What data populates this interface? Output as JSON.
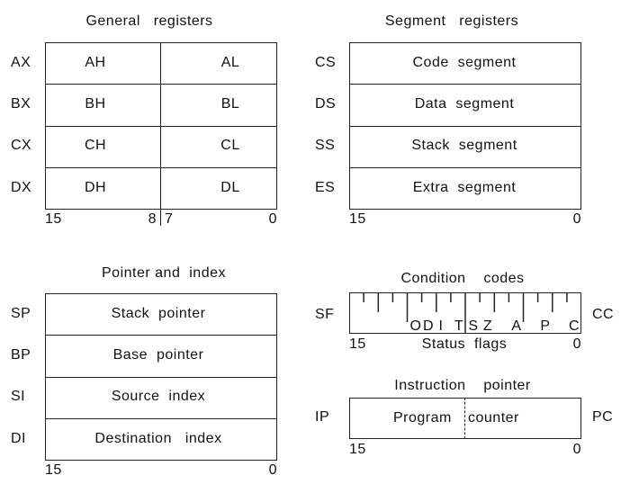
{
  "general": {
    "title": "General   registers",
    "rows": [
      {
        "name": "AX",
        "high": "AH",
        "low": "AL"
      },
      {
        "name": "BX",
        "high": "BH",
        "low": "BL"
      },
      {
        "name": "CX",
        "high": "CH",
        "low": "CL"
      },
      {
        "name": "DX",
        "high": "DH",
        "low": "DL"
      }
    ],
    "bit_15": "15",
    "bit_8": "8",
    "bit_7": "7",
    "bit_0": "0"
  },
  "segment": {
    "title": "Segment   registers",
    "rows": [
      {
        "name": "CS",
        "label": "Code  segment"
      },
      {
        "name": "DS",
        "label": "Data  segment"
      },
      {
        "name": "SS",
        "label": "Stack  segment"
      },
      {
        "name": "ES",
        "label": "Extra  segment"
      }
    ],
    "bit_15": "15",
    "bit_0": "0"
  },
  "pointer": {
    "title": "Pointer and  index",
    "rows": [
      {
        "name": "SP",
        "label": "Stack  pointer"
      },
      {
        "name": "BP",
        "label": "Base  pointer"
      },
      {
        "name": "SI",
        "label": "Source  index"
      },
      {
        "name": "DI",
        "label": "Destination   index"
      }
    ],
    "bit_15": "15",
    "bit_0": "0"
  },
  "condition": {
    "title": "Condition    codes",
    "left_label": "SF",
    "right_label": "CC",
    "flags": [
      "O",
      "D",
      "I",
      "T",
      "S",
      "Z",
      "A",
      "P",
      "C"
    ],
    "status_label": "Status  flags",
    "bit_15": "15",
    "bit_0": "0"
  },
  "instruction": {
    "title": "Instruction    pointer",
    "left_label": "IP",
    "right_label": "PC",
    "left_text": "Program",
    "right_text": "counter",
    "bit_15": "15",
    "bit_0": "0"
  }
}
